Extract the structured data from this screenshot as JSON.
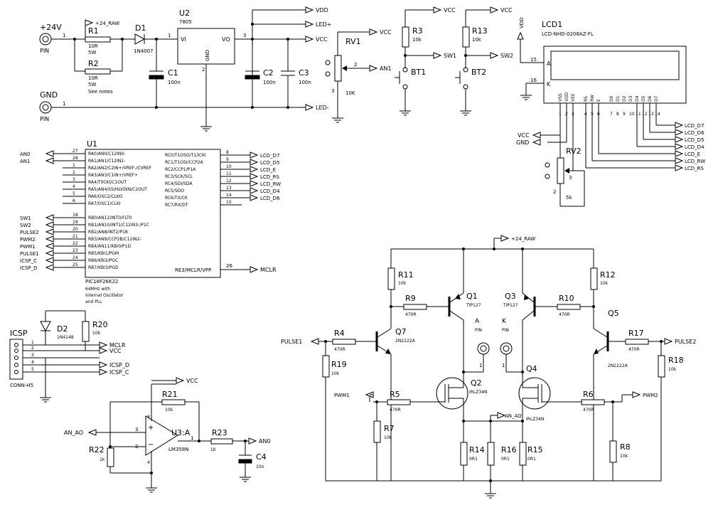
{
  "nets": {
    "p24": "+24V",
    "gnd": "GND",
    "pin": "PIN",
    "raw": "+24_RAW",
    "vdd": "VDD",
    "vcc": "VCC",
    "ledp": "LED+",
    "ledm": "LED-",
    "an1": "AN1",
    "an0": "AN0",
    "sw1": "SW1",
    "sw2": "SW2",
    "mclr": "MCLR",
    "icspd": "ICSP_D",
    "icspc": "ICSP_C",
    "pulse1": "PULSE1",
    "pulse2": "PULSE2",
    "pwm1": "PWM1",
    "pwm2": "PWM2",
    "an_ao": "AN_AO",
    "an_ao2": "AN_AO",
    "a": "A",
    "k": "K",
    "lcd_d7": "LCD_D7",
    "lcd_d6": "LCD_D6",
    "lcd_d5": "LCD_D5",
    "lcd_d4": "LCD_D4",
    "lcd_e": "LCD_E",
    "lcd_rw": "LCD_RW",
    "lcd_rs": "LCD_RS"
  },
  "parts": {
    "r1": {
      "ref": "R1",
      "val": "10R",
      "sub": "5W"
    },
    "r2": {
      "ref": "R2",
      "val": "10R",
      "sub": "5W",
      "note": "See notes"
    },
    "d1": {
      "ref": "D1",
      "val": "1N4007"
    },
    "u2": {
      "ref": "U2",
      "val": "7805",
      "vi": "VI",
      "vo": "VO",
      "gnd": "GND"
    },
    "c1": {
      "ref": "C1",
      "val": "100n"
    },
    "c2": {
      "ref": "C2",
      "val": "100n"
    },
    "c3": {
      "ref": "C3",
      "val": "100n"
    },
    "rv1": {
      "ref": "RV1",
      "val": "10K"
    },
    "r3": {
      "ref": "R3",
      "val": "10k"
    },
    "r13": {
      "ref": "R13",
      "val": "10k"
    },
    "bt1": {
      "ref": "BT1"
    },
    "bt2": {
      "ref": "BT2"
    },
    "lcd1": {
      "ref": "LCD1",
      "val": "LCD-NHD-0208AZ-FL"
    },
    "rv2": {
      "ref": "RV2",
      "val": "5k"
    },
    "u1": {
      "ref": "U1",
      "val": "PIC18F26K22",
      "note1": "64MHz with",
      "note2": "Internal Oscillator",
      "note3": "and PLL",
      "left": [
        "RA0/AN0/C12IN0-",
        "RA1/AN1/C12IN1-",
        "RA2/AN2/C2IN+/VREF-/CVREF",
        "RA3/AN3/C1IN+/VREF+",
        "RA4/T0CKI/C1OUT",
        "RA5/AN4/SS/HLVDIN/C2OUT",
        "RA6/OSC2/CLKO",
        "RA7/OSC1/CLKI",
        "RB0/AN12/INT0/FLT0",
        "RB1/AN10/INT1/C12IN3-/P1C",
        "RB2/AN8/INT2/P1B",
        "RB3/AN9/CCP2B/C12IN2-",
        "RB4/AN11/KBI0/P1D",
        "RB5/KBI1/PGM",
        "RB6/KBI2/PGC",
        "RB7/KBI3/PGD"
      ],
      "left_pins": [
        "27",
        "28",
        "1",
        "2",
        "3",
        "4",
        "5",
        "6",
        "18",
        "19",
        "20",
        "21",
        "22",
        "23",
        "24",
        "25"
      ],
      "right": [
        "RC0/T1OSO/T13CKI",
        "RC1/T1OSI/CCP2A",
        "RC2/CCP1/P1A",
        "RC3/SCK/SCL",
        "RC4/SDI/SDA",
        "RC5/SDO",
        "RC6/TX/CK",
        "RC7/RX/DT"
      ],
      "right_pins": [
        "8",
        "9",
        "10",
        "11",
        "12",
        "13",
        "14",
        "15"
      ],
      "mclr_pin": "RE3/MCLR/VPP",
      "mclr_num": "26"
    },
    "icsp": {
      "ref": "ICSP",
      "val": "CONN-H5"
    },
    "d2": {
      "ref": "D2",
      "val": "1N4148"
    },
    "r20": {
      "ref": "R20",
      "val": "10k"
    },
    "u3": {
      "ref": "U3:A",
      "val": "LM358N"
    },
    "r21": {
      "ref": "R21",
      "val": "10k"
    },
    "r22": {
      "ref": "R22",
      "val": "1k"
    },
    "r23": {
      "ref": "R23",
      "val": "1K"
    },
    "c4": {
      "ref": "C4",
      "val": "10n"
    },
    "r11": {
      "ref": "R11",
      "val": "10k"
    },
    "r12": {
      "ref": "R12",
      "val": "10k"
    },
    "r9": {
      "ref": "R9",
      "val": "470R"
    },
    "r10": {
      "ref": "R10",
      "val": "470R"
    },
    "q1": {
      "ref": "Q1",
      "val": "TIP127"
    },
    "q3": {
      "ref": "Q3",
      "val": "TIP127"
    },
    "q7": {
      "ref": "Q7",
      "val": "2N2222A"
    },
    "q5": {
      "ref": "Q5",
      "val": "2N2222A"
    },
    "r4": {
      "ref": "R4",
      "val": "470R"
    },
    "r17": {
      "ref": "R17",
      "val": "470R"
    },
    "r19": {
      "ref": "R19",
      "val": "10k"
    },
    "r18": {
      "ref": "R18",
      "val": "10k"
    },
    "q2": {
      "ref": "Q2",
      "val": "IRLZ34N"
    },
    "q4": {
      "ref": "Q4",
      "val": "IRLZ34N"
    },
    "r5": {
      "ref": "R5",
      "val": "470R"
    },
    "r6": {
      "ref": "R6",
      "val": "470R"
    },
    "r7": {
      "ref": "R7",
      "val": "10k"
    },
    "r8": {
      "ref": "R8",
      "val": "10k"
    },
    "r14": {
      "ref": "R14",
      "val": "0R1"
    },
    "r15": {
      "ref": "R15",
      "val": "0R1"
    },
    "r16": {
      "ref": "R16",
      "val": "0R1"
    }
  },
  "lcd_pins": {
    "a": "A",
    "k": "K",
    "n15": "15",
    "n16": "16",
    "labels": [
      "VSS",
      "VDD",
      "VEE",
      "RS",
      "RW",
      "E",
      "D0",
      "D1",
      "D2",
      "D3",
      "D4",
      "D5",
      "D6",
      "D7"
    ],
    "nums": [
      "1",
      "2",
      "3",
      "4",
      "5",
      "6",
      "7",
      "8",
      "9",
      "10",
      "11",
      "12",
      "13",
      "14"
    ]
  },
  "pinnums": {
    "one": "1",
    "two": "2",
    "three": "3",
    "four": "4",
    "five": "5",
    "eight": "8"
  }
}
